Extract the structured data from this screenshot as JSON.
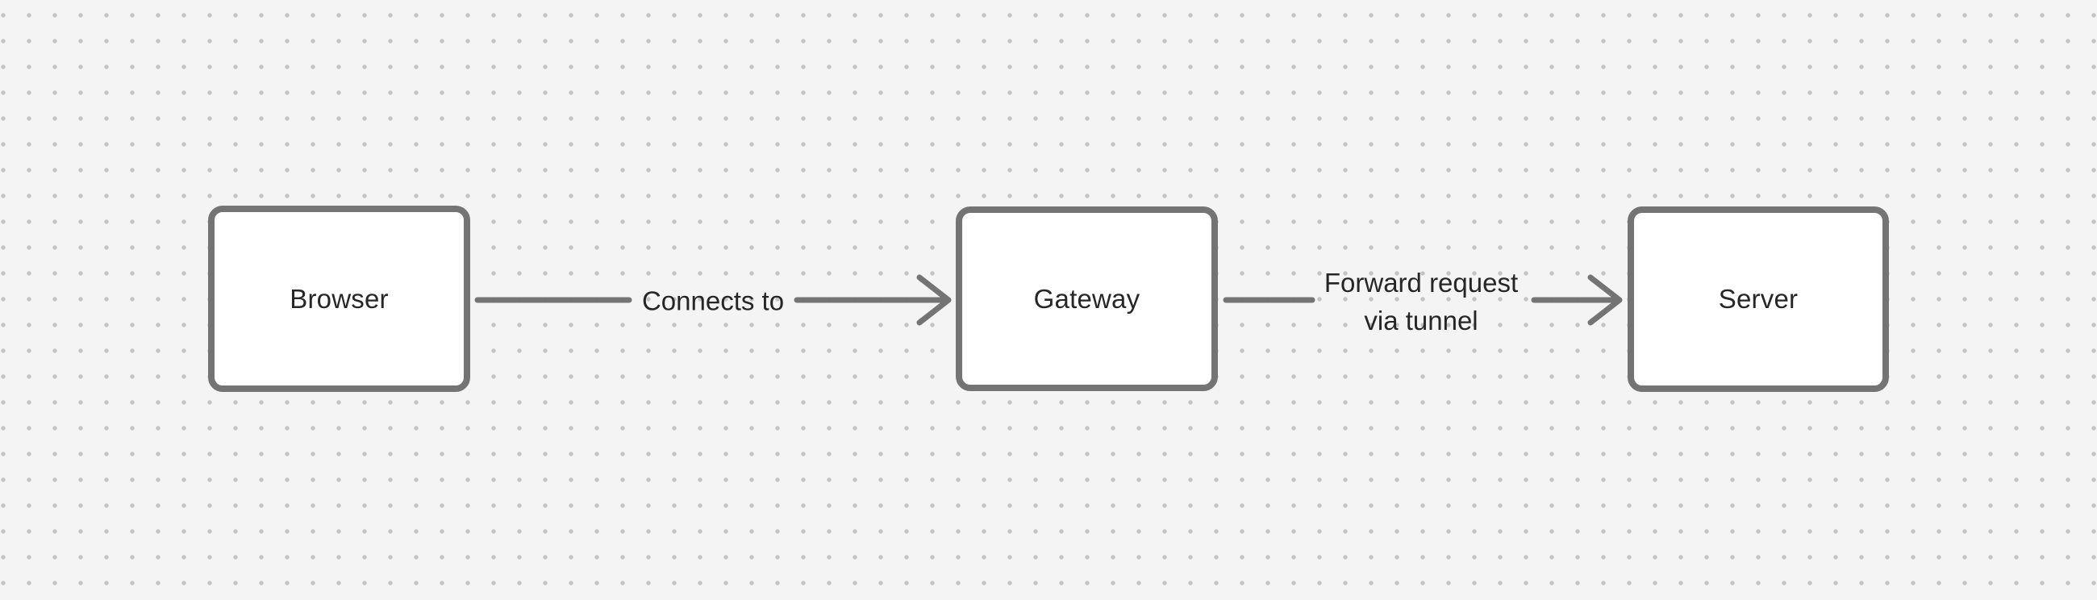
{
  "canvas": {
    "background_color": "#f4f4f4",
    "dot_grid_color": "#c3c3c3",
    "shape_stroke_color": "#747474",
    "shape_fill_color": "#ffffff",
    "text_color": "#262626"
  },
  "nodes": [
    {
      "id": "browser",
      "label": "Browser"
    },
    {
      "id": "gateway",
      "label": "Gateway"
    },
    {
      "id": "server",
      "label": "Server"
    }
  ],
  "edges": [
    {
      "from": "browser",
      "to": "gateway",
      "label": "Connects to",
      "lines": [
        "Connects to"
      ]
    },
    {
      "from": "gateway",
      "to": "server",
      "label": "Forward request via tunnel",
      "lines": [
        "Forward request",
        "via tunnel"
      ]
    }
  ]
}
